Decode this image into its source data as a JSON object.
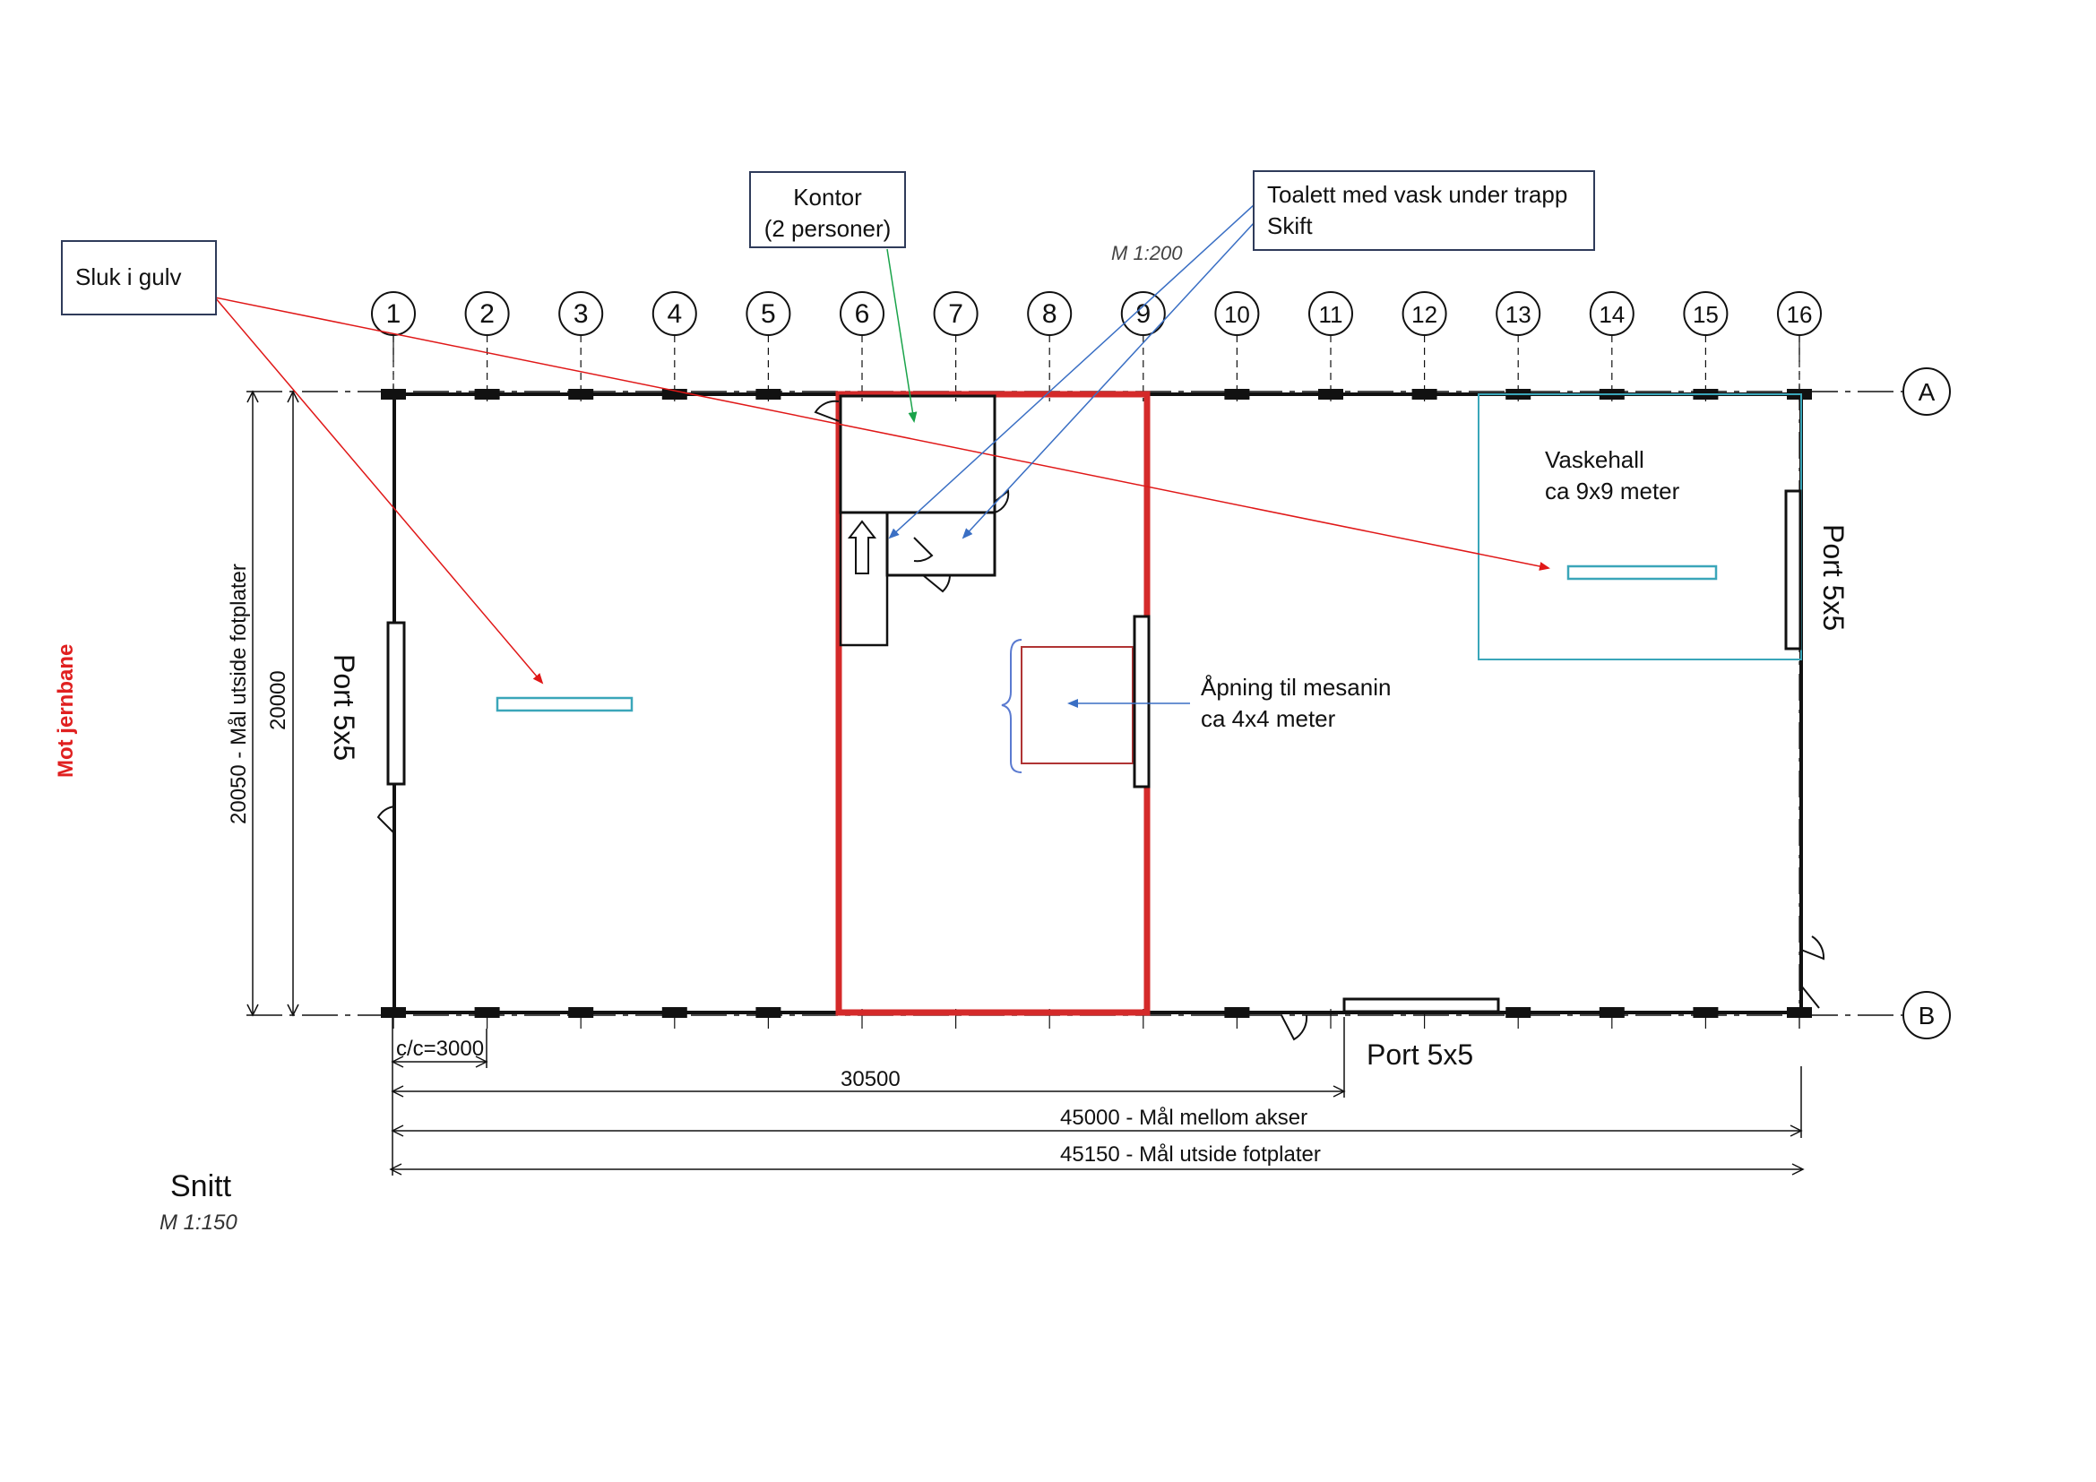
{
  "scale_top": "M 1:200",
  "axes_numbers": [
    "1",
    "2",
    "3",
    "4",
    "5",
    "6",
    "7",
    "8",
    "9",
    "10",
    "11",
    "12",
    "13",
    "14",
    "15",
    "16"
  ],
  "axes_letters": [
    "A",
    "B"
  ],
  "callouts": {
    "sluk": "Sluk i gulv",
    "kontor_line1": "Kontor",
    "kontor_line2": "(2 personer)",
    "toalett_line1": "Toalett med vask under trapp",
    "toalett_line2": "Skift"
  },
  "labels": {
    "vaskehall_line1": "Vaskehall",
    "vaskehall_line2": "ca 9x9 meter",
    "apning_line1": "Åpning til mesanin",
    "apning_line2": "ca 4x4 meter",
    "side_note": "Mot jernbane"
  },
  "ports": {
    "left": "Port 5x5",
    "right": "Port 5x5",
    "bottom": "Port 5x5"
  },
  "dimensions": {
    "cc": "c/c=3000",
    "d30500": "30500",
    "d45000": "45000  - Mål mellom akser",
    "d45150": "45150 - Mål utside fotplater",
    "d20000": "20000",
    "d20050": "20050 - Mål utside fotplater"
  },
  "section_title": "Snitt",
  "section_scale": "M 1:150",
  "colors": {
    "plan_line": "#111111",
    "highlight_red": "#d42a2a",
    "cyan": "#3aa6b9",
    "arrow_red": "#e01818",
    "arrow_blue": "#3a6fc4",
    "arrow_green": "#1aa34a",
    "callout_border": "#2f3b5a"
  }
}
